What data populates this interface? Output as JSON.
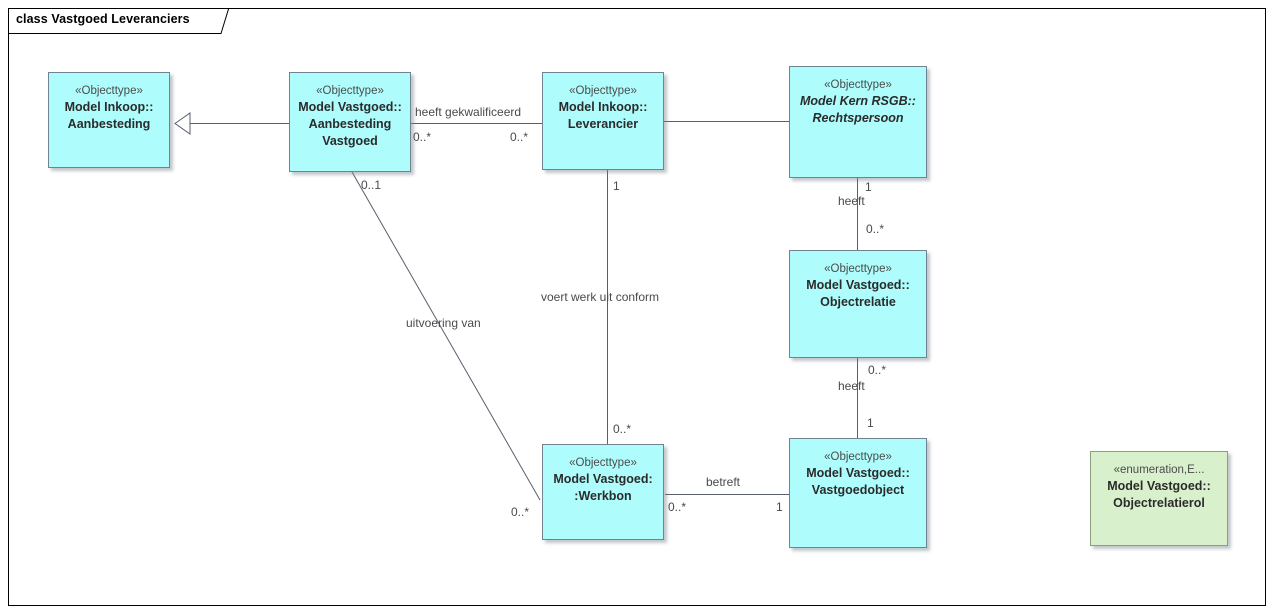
{
  "frame": {
    "title": "class Vastgoed Leveranciers"
  },
  "palette": {
    "objecttype_fill": "#aefcfc",
    "objecttype_border": "#6f8490",
    "enumeration_fill": "#d9f0cd",
    "enumeration_border": "#8aa07c",
    "connector": "#5a5f6e",
    "text": "#2b2b2b",
    "stereotype_text": "#4c4c4c",
    "canvas": "#ffffff"
  },
  "classes": [
    {
      "id": "aanbesteding",
      "stereotype": "«Objecttype»",
      "name_line1": "Model Inkoop::",
      "name_line2": "Aanbesteding",
      "name_line3": "",
      "kind": "objecttype",
      "abstract": false
    },
    {
      "id": "aanbesteding-vastgoed",
      "stereotype": "«Objecttype»",
      "name_line1": "Model Vastgoed::",
      "name_line2": "Aanbesteding",
      "name_line3": "Vastgoed",
      "kind": "objecttype",
      "abstract": false
    },
    {
      "id": "leverancier",
      "stereotype": "«Objecttype»",
      "name_line1": "Model Inkoop::",
      "name_line2": "Leverancier",
      "name_line3": "",
      "kind": "objecttype",
      "abstract": false
    },
    {
      "id": "rechtspersoon",
      "stereotype": "«Objecttype»",
      "name_line1": "Model Kern RSGB::",
      "name_line2": "Rechtspersoon",
      "name_line3": "",
      "kind": "objecttype",
      "abstract": true
    },
    {
      "id": "objectrelatie",
      "stereotype": "«Objecttype»",
      "name_line1": "Model Vastgoed::",
      "name_line2": "Objectrelatie",
      "name_line3": "",
      "kind": "objecttype",
      "abstract": false
    },
    {
      "id": "vastgoedobject",
      "stereotype": "«Objecttype»",
      "name_line1": "Model Vastgoed::",
      "name_line2": "Vastgoedobject",
      "name_line3": "",
      "kind": "objecttype",
      "abstract": false
    },
    {
      "id": "werkbon",
      "stereotype": "«Objecttype»",
      "name_line1": "Model Vastgoed:",
      "name_line2": ":Werkbon",
      "name_line3": "",
      "kind": "objecttype",
      "abstract": false
    },
    {
      "id": "objectrelatierol",
      "stereotype": "«enumeration,E...",
      "name_line1": "Model Vastgoed::",
      "name_line2": "Objectrelatierol",
      "name_line3": "",
      "kind": "enumeration",
      "abstract": false
    }
  ],
  "relations": [
    {
      "id": "gen-aanbesteding",
      "type": "generalization",
      "label": "",
      "source_mult": "",
      "target_mult": ""
    },
    {
      "id": "heeft-gekwalificeerd",
      "type": "association",
      "label": "heeft gekwalificeerd",
      "source_mult": "0..*",
      "target_mult": "0..*"
    },
    {
      "id": "gen-rechtspersoon",
      "type": "generalization",
      "label": "",
      "source_mult": "",
      "target_mult": ""
    },
    {
      "id": "heeft-rechtspersoon-objectrelatie",
      "type": "association",
      "label": "heeft",
      "source_mult": "1",
      "target_mult": "0..*"
    },
    {
      "id": "heeft-objectrelatie-vastgoedobject",
      "type": "association",
      "label": "heeft",
      "source_mult": "0..*",
      "target_mult": "1"
    },
    {
      "id": "voert-werk-uit-conform",
      "type": "association",
      "label": "voert werk uit conform",
      "source_mult": "1",
      "target_mult": "0..*"
    },
    {
      "id": "uitvoering-van",
      "type": "association",
      "label": "uitvoering van",
      "source_mult": "0..1",
      "target_mult": "0..*"
    },
    {
      "id": "betreft",
      "type": "association",
      "label": "betreft",
      "source_mult": "0..*",
      "target_mult": "1"
    }
  ]
}
